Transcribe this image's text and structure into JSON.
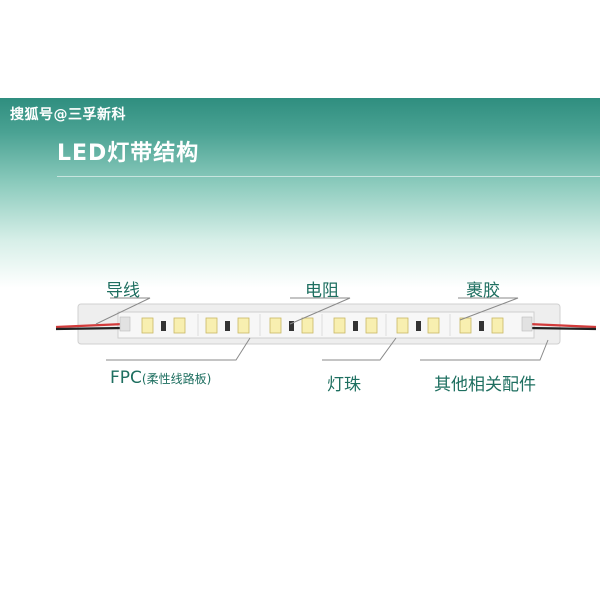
{
  "watermark": "搜狐号@三孚新科",
  "title": "LED灯带结构",
  "labels": {
    "wire": "导线",
    "resistor": "电阻",
    "encapsulant": "裹胶",
    "fpc_main": "FPC",
    "fpc_note": "(柔性线路板)",
    "led": "灯珠",
    "accessories": "其他相关配件"
  },
  "colors": {
    "label_text": "#1e6f60",
    "banner_top": "#2f8e7f",
    "led_yellow": "#f8efb0",
    "wire_red": "#d23a3a"
  }
}
